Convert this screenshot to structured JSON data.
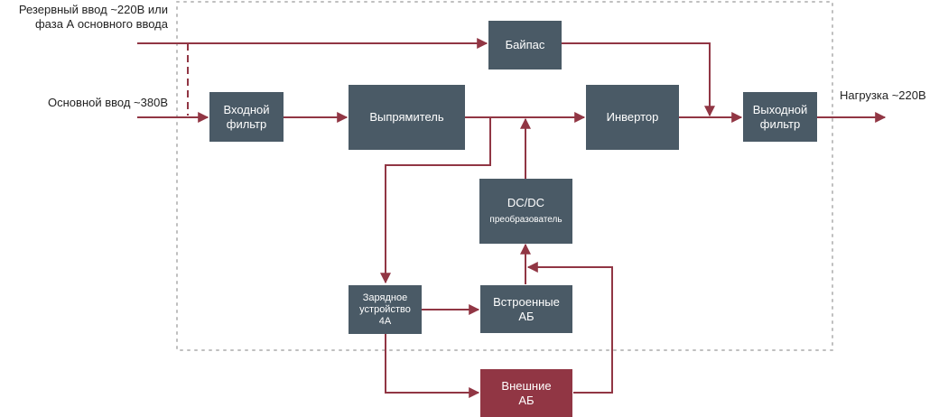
{
  "colors": {
    "box_fill": "#4a5a66",
    "accent_box_fill": "#913644",
    "arrow": "#913644",
    "boundary": "#bfbfbf"
  },
  "inputs": {
    "reserve_line1": "Резервный ввод ~220В или",
    "reserve_line2": "фаза А основного ввода",
    "main": "Основной ввод ~380В"
  },
  "output": {
    "load": "Нагрузка ~220В"
  },
  "blocks": {
    "bypass": "Байпас",
    "input_filter_line1": "Входной",
    "input_filter_line2": "фильтр",
    "rectifier": "Выпрямитель",
    "inverter": "Инвертор",
    "output_filter_line1": "Выходной",
    "output_filter_line2": "фильтр",
    "dcdc_line1": "DC/DC",
    "dcdc_line2": "преобразователь",
    "charger_line1": "Зарядное",
    "charger_line2": "устройство",
    "charger_line3": "4А",
    "internal_batt_line1": "Встроенные",
    "internal_batt_line2": "АБ",
    "external_batt_line1": "Внешние",
    "external_batt_line2": "АБ"
  }
}
